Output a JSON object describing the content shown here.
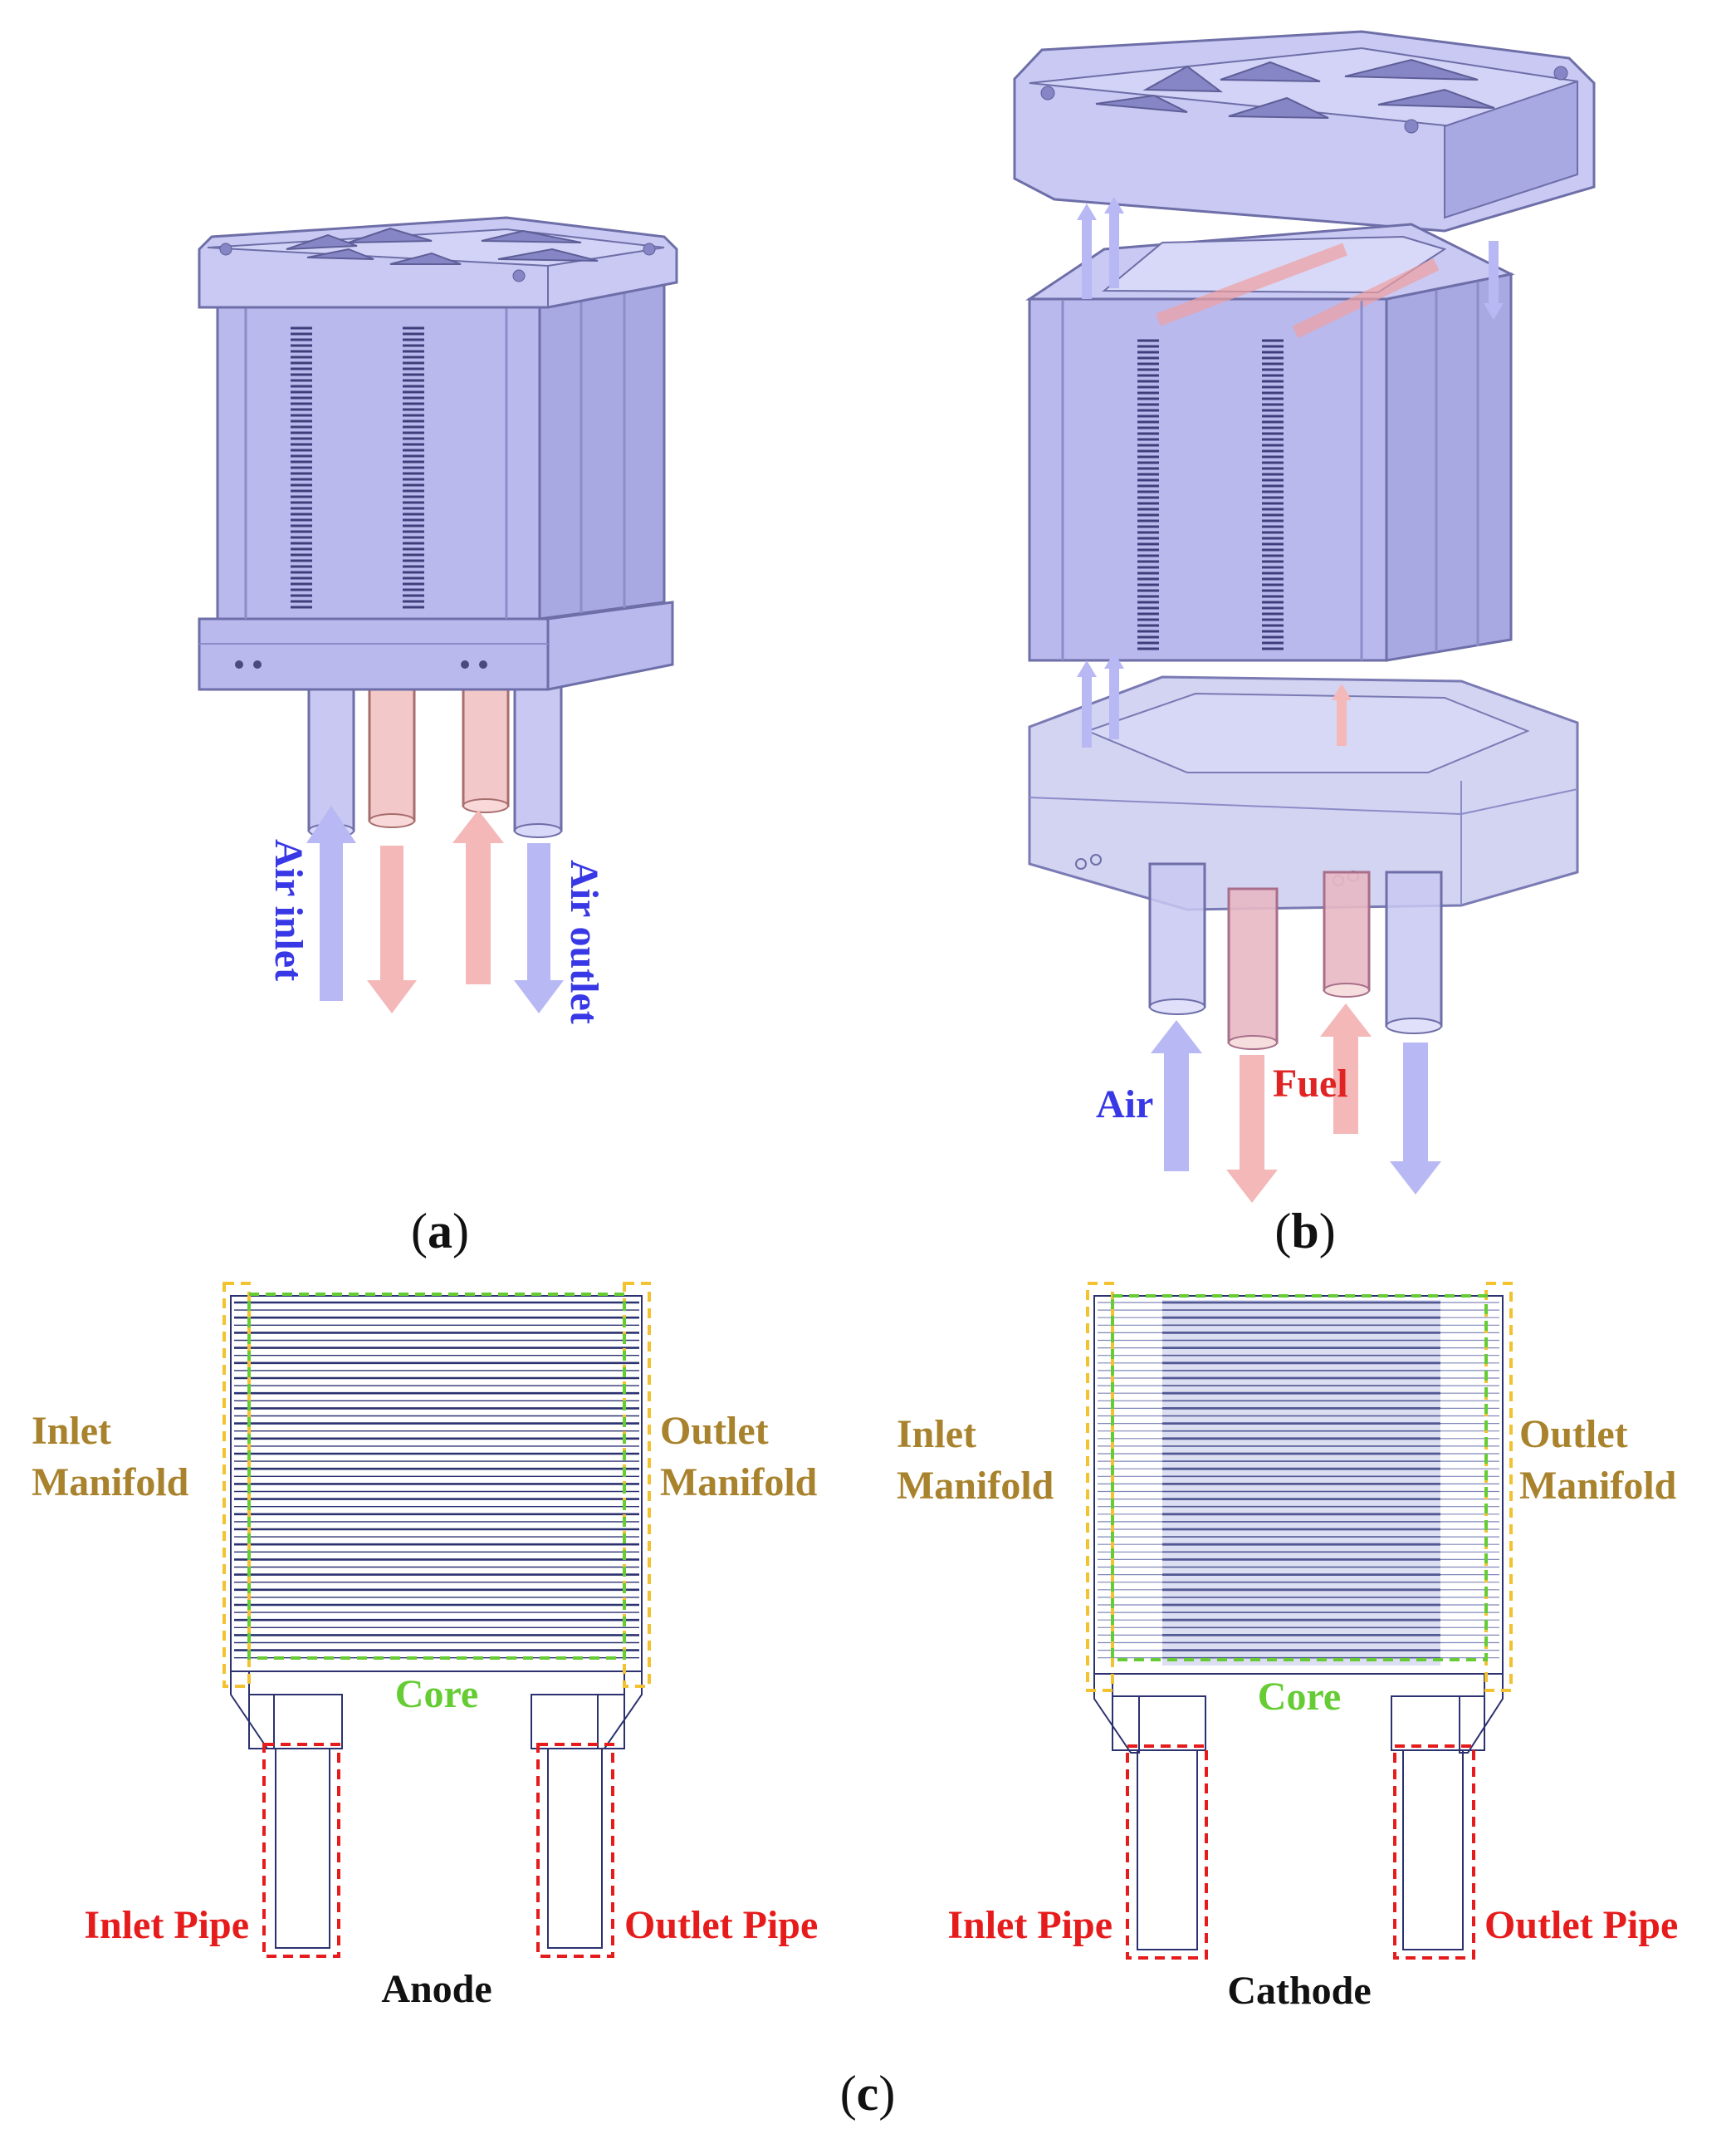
{
  "panels": {
    "a": {
      "label": "(a)",
      "letter": "a",
      "air_inlet": "Air inlet",
      "air_outlet": "Air outlet"
    },
    "b": {
      "label": "(b)",
      "letter": "b",
      "air": "Air",
      "fuel": "Fuel"
    },
    "c": {
      "label": "(c)",
      "letter": "c"
    }
  },
  "anode": {
    "title": "Anode",
    "inlet_manifold": [
      "Inlet",
      "Manifold"
    ],
    "outlet_manifold": [
      "Outlet",
      "Manifold"
    ],
    "core": "Core",
    "inlet_pipe": "Inlet Pipe",
    "outlet_pipe": "Outlet Pipe"
  },
  "cathode": {
    "title": "Cathode",
    "inlet_manifold": [
      "Inlet",
      "Manifold"
    ],
    "outlet_manifold": [
      "Outlet",
      "Manifold"
    ],
    "core": "Core",
    "inlet_pipe": "Inlet Pipe",
    "outlet_pipe": "Outlet Pipe"
  },
  "colors": {
    "stack_body": "#b9b9ee",
    "stack_top": "#c9c9f4",
    "stack_shade": "#a3a3de",
    "stack_edge": "#6e6ea8",
    "air_arrow": "#b8b8f4",
    "fuel_arrow": "#f4b8b8",
    "air_text": "#3838e6",
    "fuel_text": "#e02424",
    "manifold_label": "#a8822c",
    "manifold_box": "#f2c230",
    "core_label": "#66cc33",
    "core_box": "#66cc33",
    "pipe_label": "#e61c1c",
    "pipe_box": "#e61c1c",
    "channel_line": "#2c3270",
    "title_text": "#111111"
  }
}
